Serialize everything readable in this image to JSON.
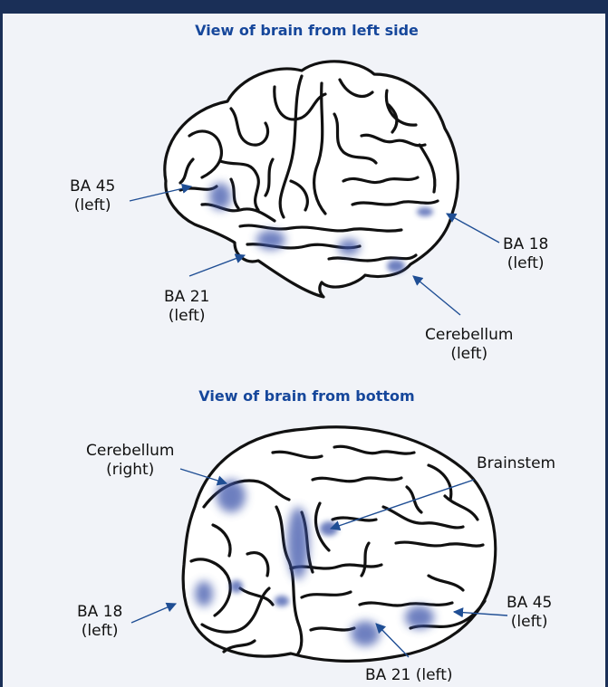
{
  "colors": {
    "frame": "#1a2f57",
    "title": "#16479b",
    "arrow": "#1f4e94",
    "activation": "#3c55aa",
    "background": "#f1f3f8"
  },
  "side_view": {
    "title": "View of brain from left side",
    "labels": {
      "ba45": [
        "BA 45",
        "(left)"
      ],
      "ba21": [
        "BA 21",
        "(left)"
      ],
      "ba18": [
        "BA 18",
        "(left)"
      ],
      "cerebellum": [
        "Cerebellum",
        "(left)"
      ]
    }
  },
  "bottom_view": {
    "title": "View of brain from bottom",
    "labels": {
      "cerebellum": [
        "Cerebellum",
        "(right)"
      ],
      "brainstem": "Brainstem",
      "ba18": [
        "BA 18",
        "(left)"
      ],
      "ba45": [
        "BA 45",
        "(left)"
      ],
      "ba21": "BA 21 (left)"
    }
  }
}
